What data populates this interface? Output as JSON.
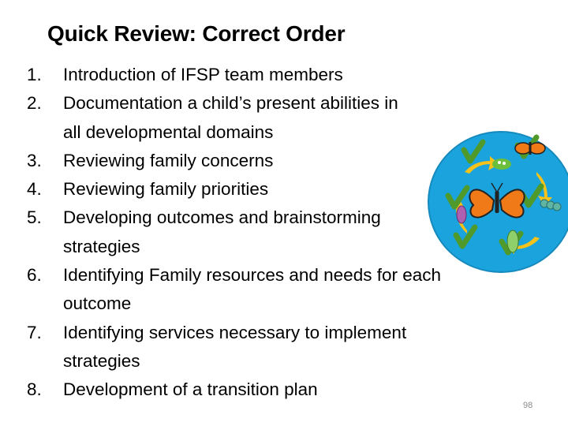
{
  "slide": {
    "title": "Quick Review:  Correct Order",
    "items": [
      {
        "num": "1.",
        "text": "Introduction of IFSP team members"
      },
      {
        "num": "2.",
        "text": "Documentation a child’s present abilities in all developmental domains"
      },
      {
        "num": "3.",
        "text": "Reviewing family concerns"
      },
      {
        "num": "4.",
        "text": "Reviewing family priorities"
      },
      {
        "num": "5.",
        "text": "Developing outcomes and brainstorming strategies"
      },
      {
        "num": "6.",
        "text": "Identifying Family resources and needs for each outcome"
      },
      {
        "num": "7.",
        "text": "Identifying services necessary to implement strategies"
      },
      {
        "num": "8.",
        "text": "Development of a transition plan"
      }
    ],
    "page_number": "98",
    "image": {
      "icon": "butterfly-life-cycle-icon",
      "colors": {
        "circle": "#1aa3dd",
        "arrows": "#f4c21a",
        "checkmarks": "#4f9a2b",
        "butterfly": "#f07a17"
      }
    }
  }
}
